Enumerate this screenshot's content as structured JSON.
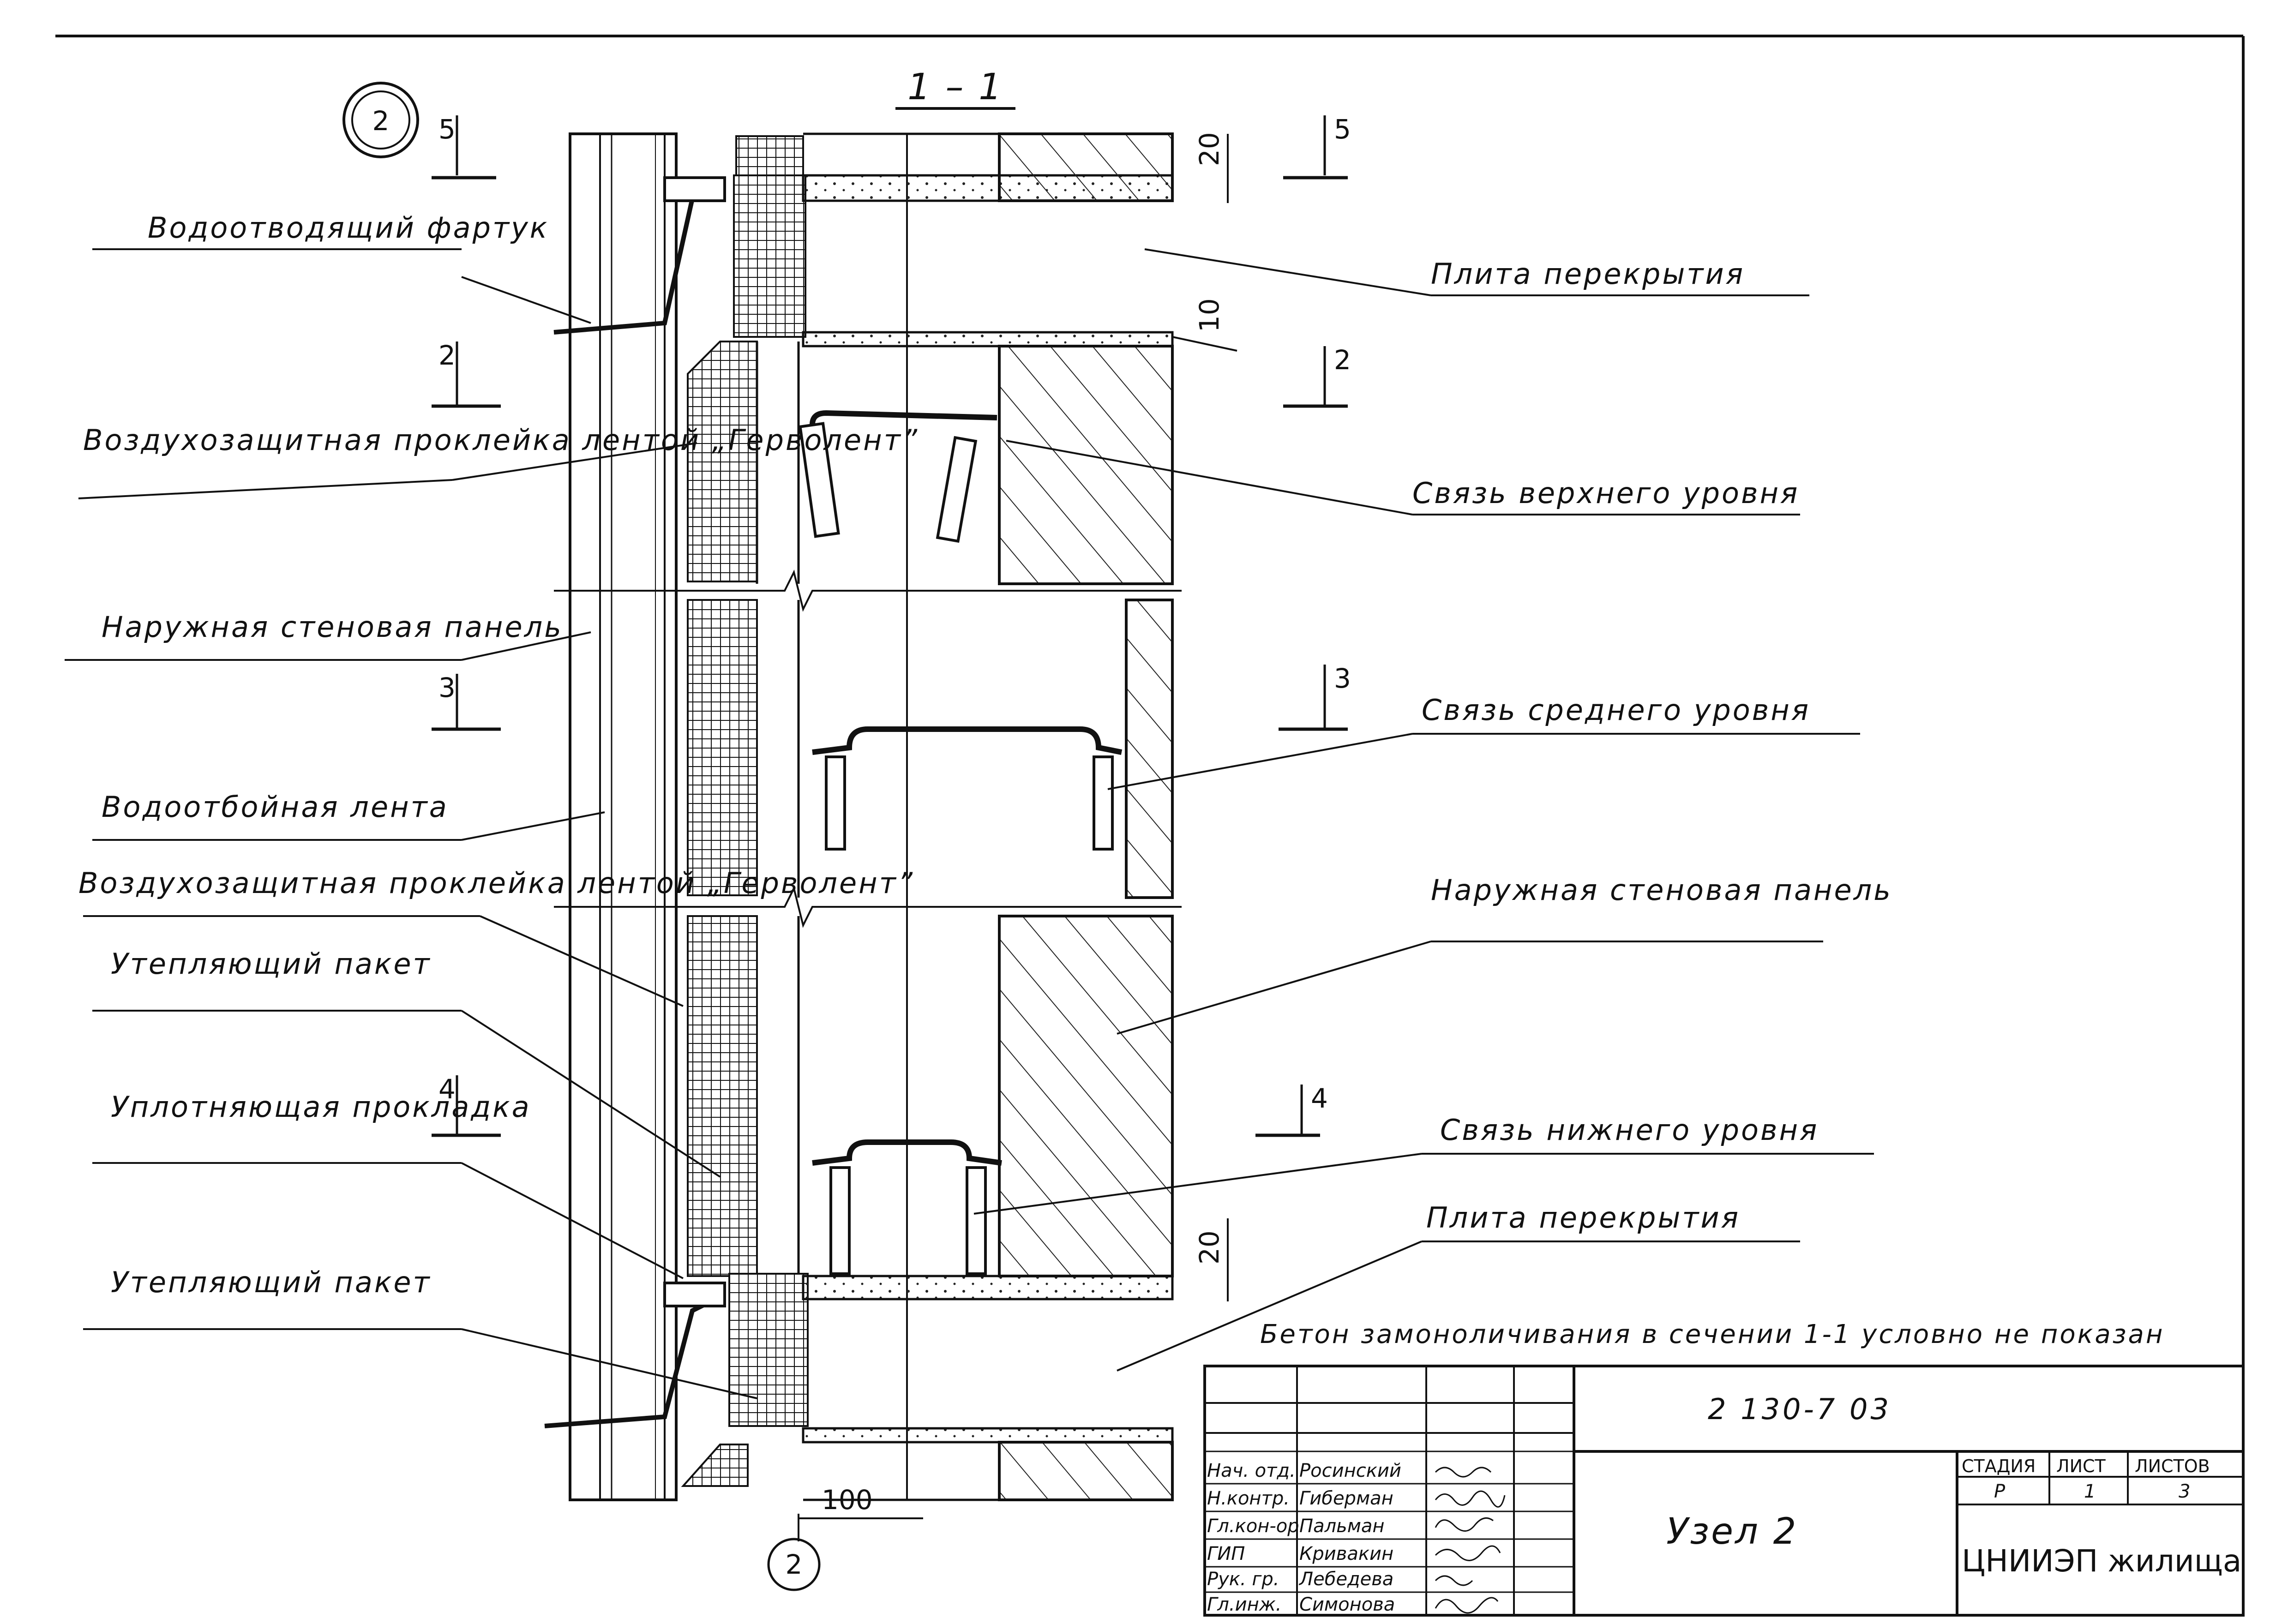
{
  "drawing": {
    "node_marker": "2",
    "section_title": "1 – 1",
    "cuts": [
      "5",
      "2",
      "3",
      "4"
    ],
    "dims": [
      "20",
      "10",
      "20",
      "100"
    ],
    "labels_left": [
      "Водоотводящий фартук",
      "Воздухозащитная проклейка лентой „Герволент”",
      "Наружная стеновая панель",
      "Водоотбойная лента",
      "Воздухозащитная проклейка лентой „Герволент”",
      "Утепляющий пакет",
      "Уплотняющая прокладка",
      "Утепляющий пакет"
    ],
    "labels_right": [
      "Плита перекрытия",
      "Связь верхнего уровня",
      "Связь среднего уровня",
      "Наружная стеновая панель",
      "Связь нижнего уровня",
      "Плита перекрытия"
    ],
    "note": "Бетон замоноличивания в сечении 1-1 условно не показан"
  },
  "title_block": {
    "code": "2 130-7 03",
    "title": "Узел 2",
    "stage_header": "СТАДИЯ",
    "sheet_header": "ЛИСТ",
    "sheets_header": "ЛИСТОВ",
    "stage": "Р",
    "sheet": "1",
    "sheets": "3",
    "organization": "ЦНИИЭП жилища",
    "roles": [
      "Нач. отд.",
      "Н.контр.",
      "Гл.кон-ор",
      "ГИП",
      "Рук. гр.",
      "Гл.инж."
    ],
    "names": [
      "Росинский",
      "Гиберман",
      "Пальман",
      "Кривакин",
      "Лебедева",
      "Симонова"
    ]
  }
}
